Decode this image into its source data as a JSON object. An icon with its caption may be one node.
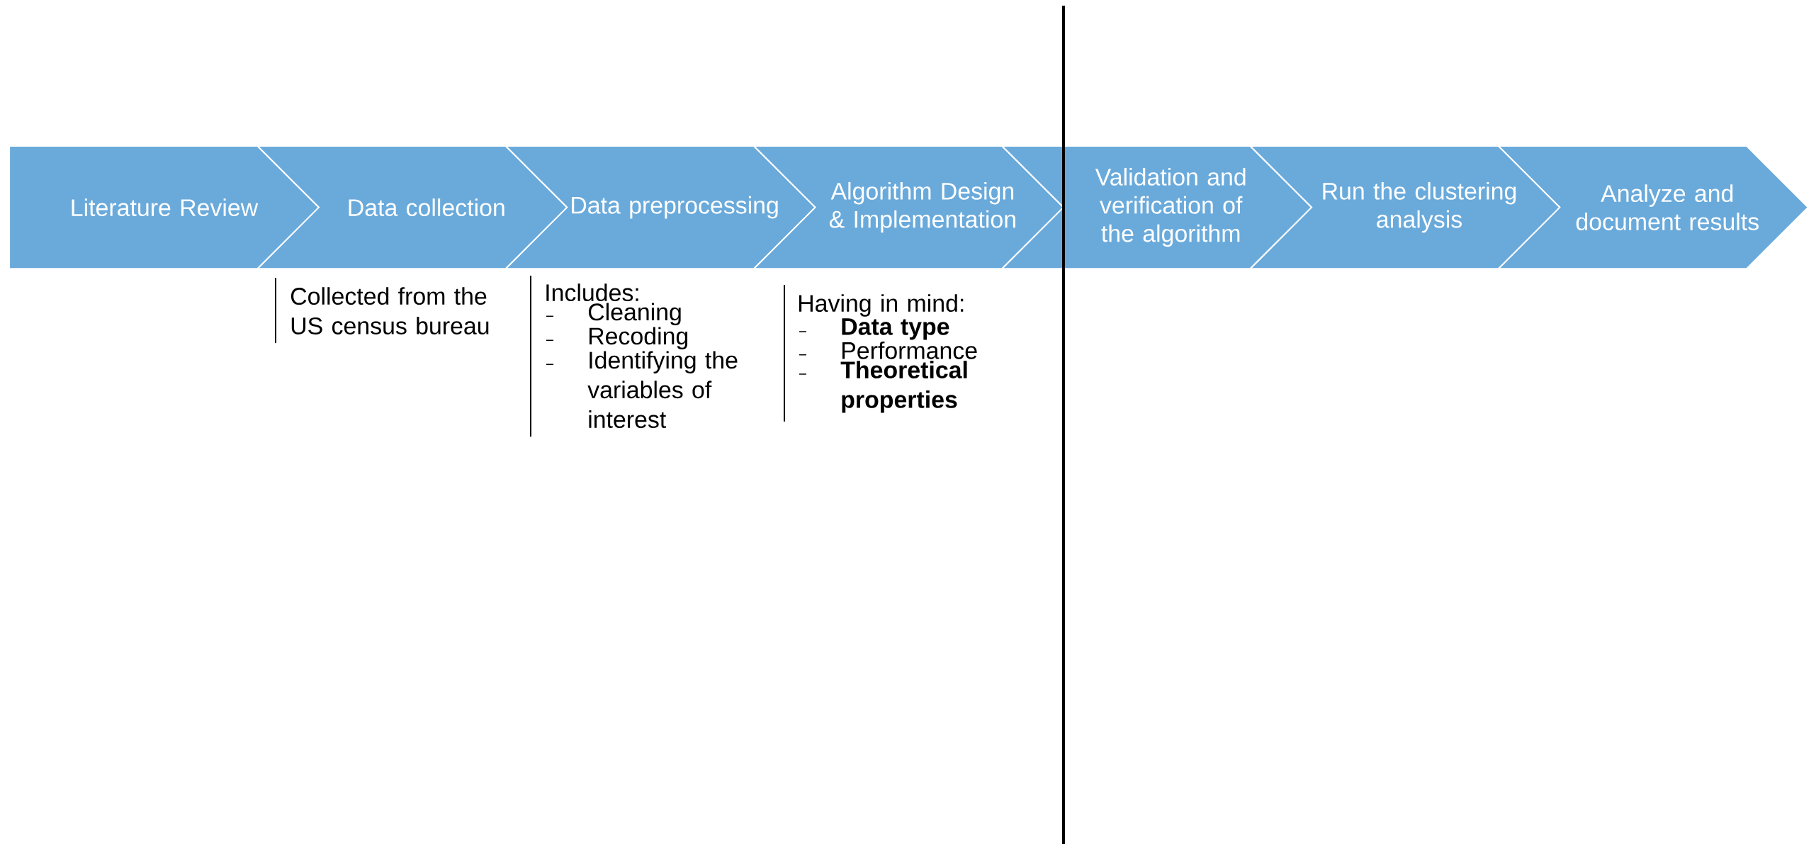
{
  "diagram": {
    "nodes": [
      {
        "text": [
          "Literature Review"
        ]
      },
      {
        "text": [
          "Data collection"
        ],
        "beside": [
          "Collected from the US census bureau"
        ]
      },
      {
        "text": [
          "Data preprocessing"
        ],
        "beside": [
          "Includes:",
          "Cleaning",
          "Recoding",
          "Identifying the variables of interest"
        ]
      },
      {
        "text": [
          "Algorithm Design & Implementation"
        ],
        "beside": [
          "Having in mind:",
          "**Data type**",
          "Performance",
          "**Theoretical properties**"
        ]
      },
      {
        "text": [
          "Validation and verification of the algorithm"
        ]
      },
      {
        "text": [
          "Run the clustering analysis"
        ]
      },
      {
        "text": [
          "Analyze and document results"
        ]
      }
    ]
  }
}
